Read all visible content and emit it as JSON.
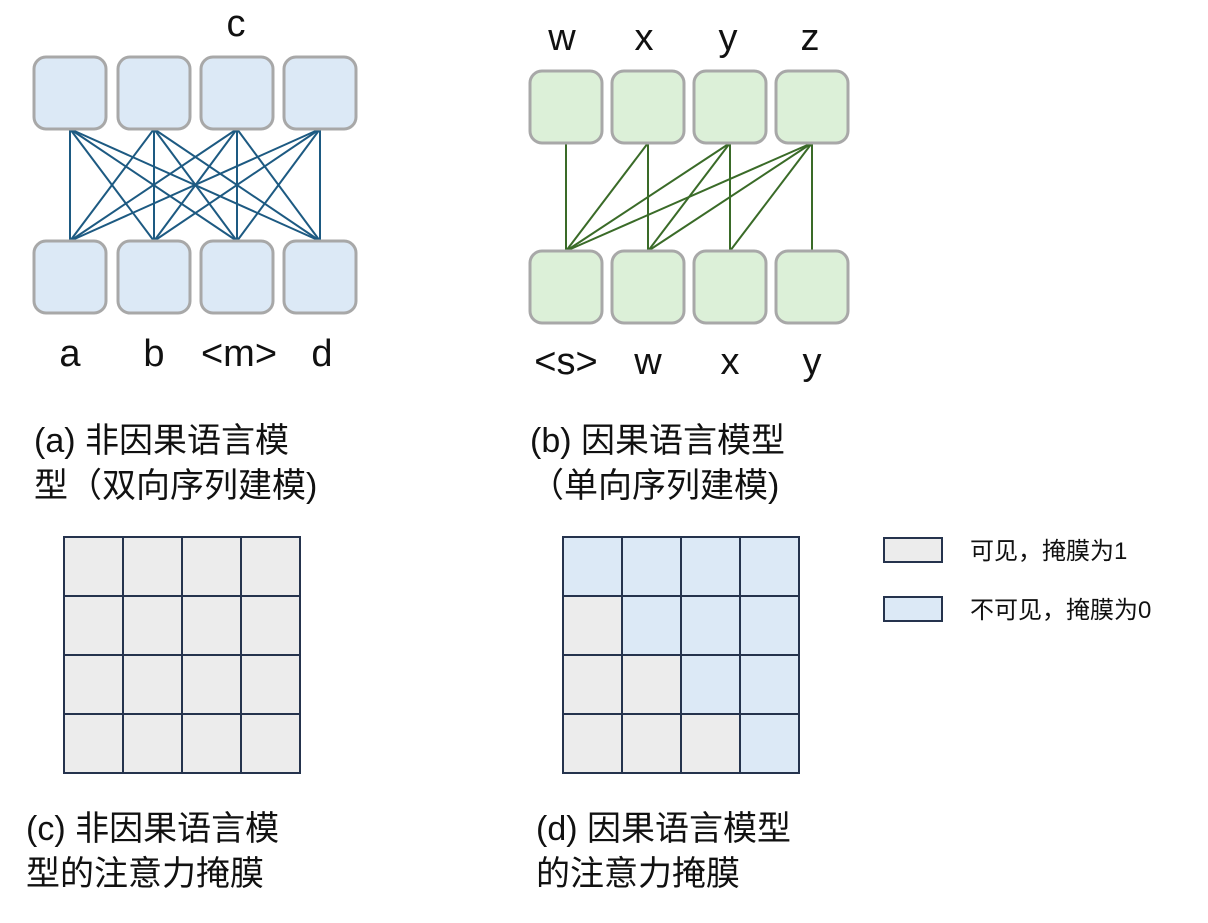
{
  "panel_a": {
    "top_labels": [
      "c"
    ],
    "bottom_labels": [
      "a",
      "b",
      "<m>",
      "d"
    ],
    "caption_lines": [
      "(a) 非因果语言模",
      "型（双向序列建模)"
    ],
    "box_color": "#dce9f6",
    "line_color": "#1d5a82"
  },
  "panel_b": {
    "top_labels": [
      "w",
      "x",
      "y",
      "z"
    ],
    "bottom_labels": [
      "<s>",
      "w",
      "x",
      "y"
    ],
    "caption_lines": [
      "(b) 因果语言模型",
      "（单向序列建模)"
    ],
    "box_color": "#dcf0d8",
    "line_color": "#3a6b28"
  },
  "panel_c": {
    "caption_lines": [
      "(c) 非因果语言模",
      "型的注意力掩膜"
    ],
    "mask": [
      [
        1,
        1,
        1,
        1
      ],
      [
        1,
        1,
        1,
        1
      ],
      [
        1,
        1,
        1,
        1
      ],
      [
        1,
        1,
        1,
        1
      ]
    ]
  },
  "panel_d": {
    "caption_lines": [
      "(d) 因果语言模型",
      "的注意力掩膜"
    ],
    "mask": [
      [
        0,
        0,
        0,
        0
      ],
      [
        1,
        0,
        0,
        0
      ],
      [
        1,
        1,
        0,
        0
      ],
      [
        1,
        1,
        1,
        0
      ]
    ]
  },
  "legend": [
    {
      "label": "可见，掩膜为1",
      "color": "#ececec"
    },
    {
      "label": "不可见，掩膜为0",
      "color": "#dce9f6"
    }
  ],
  "colors": {
    "box_border": "#a8a8a8",
    "grid_line": "#25334d",
    "visible": "#ececec",
    "masked": "#dce9f6"
  }
}
